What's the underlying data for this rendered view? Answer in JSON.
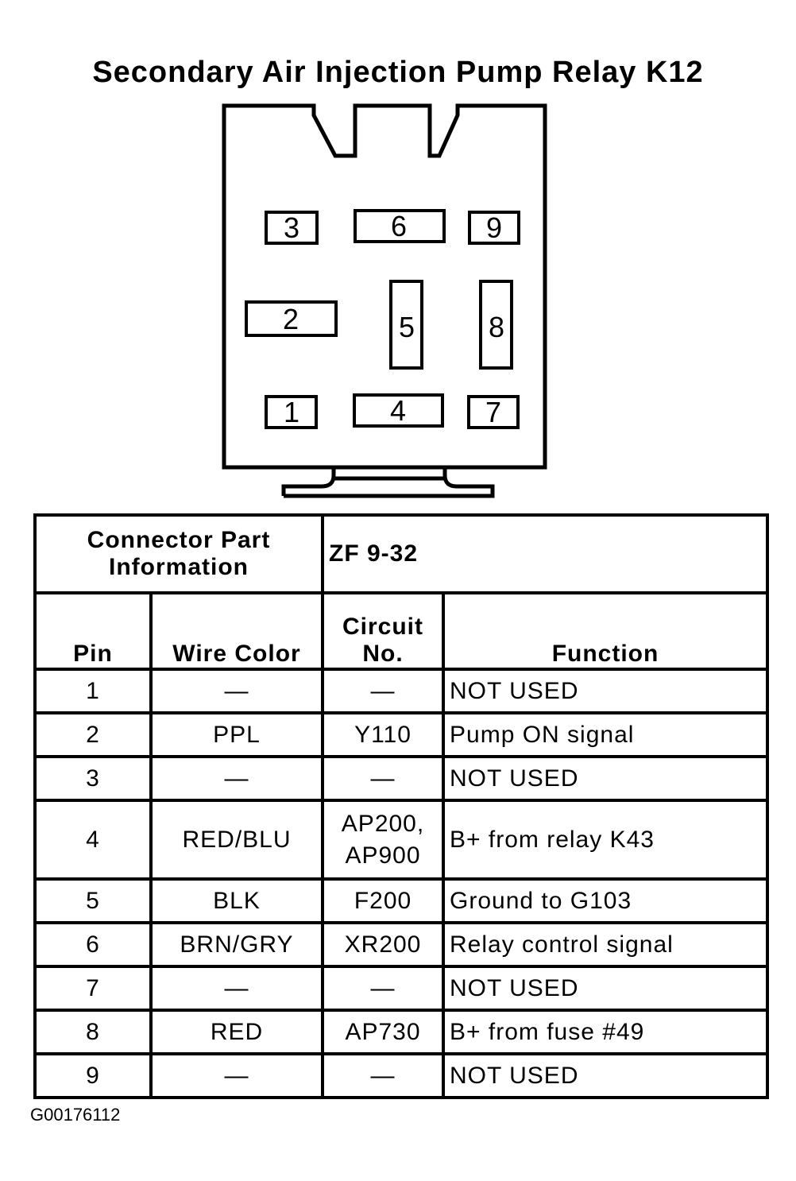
{
  "title": "Secondary Air Injection Pump Relay K12",
  "connector": {
    "pins": [
      "3",
      "6",
      "9",
      "2",
      "5",
      "8",
      "1",
      "4",
      "7"
    ]
  },
  "table": {
    "part_info_label": "Connector Part Information",
    "part_info_value": "ZF 9-32",
    "headers": {
      "pin": "Pin",
      "wire_color": "Wire Color",
      "circuit": "Circuit No.",
      "function": "Function"
    },
    "rows": [
      {
        "pin": "1",
        "wire": "—",
        "circuit": "—",
        "function": "NOT USED"
      },
      {
        "pin": "2",
        "wire": "PPL",
        "circuit": "Y110",
        "function": "Pump ON signal"
      },
      {
        "pin": "3",
        "wire": "—",
        "circuit": "—",
        "function": "NOT USED"
      },
      {
        "pin": "4",
        "wire": "RED/BLU",
        "circuit": "AP200, AP900",
        "function": "B+ from relay K43"
      },
      {
        "pin": "5",
        "wire": "BLK",
        "circuit": "F200",
        "function": "Ground to G103"
      },
      {
        "pin": "6",
        "wire": "BRN/GRY",
        "circuit": "XR200",
        "function": "Relay control signal"
      },
      {
        "pin": "7",
        "wire": "—",
        "circuit": "—",
        "function": "NOT USED"
      },
      {
        "pin": "8",
        "wire": "RED",
        "circuit": "AP730",
        "function": "B+ from fuse #49"
      },
      {
        "pin": "9",
        "wire": "—",
        "circuit": "—",
        "function": "NOT USED"
      }
    ]
  },
  "figure_code": "G00176112"
}
